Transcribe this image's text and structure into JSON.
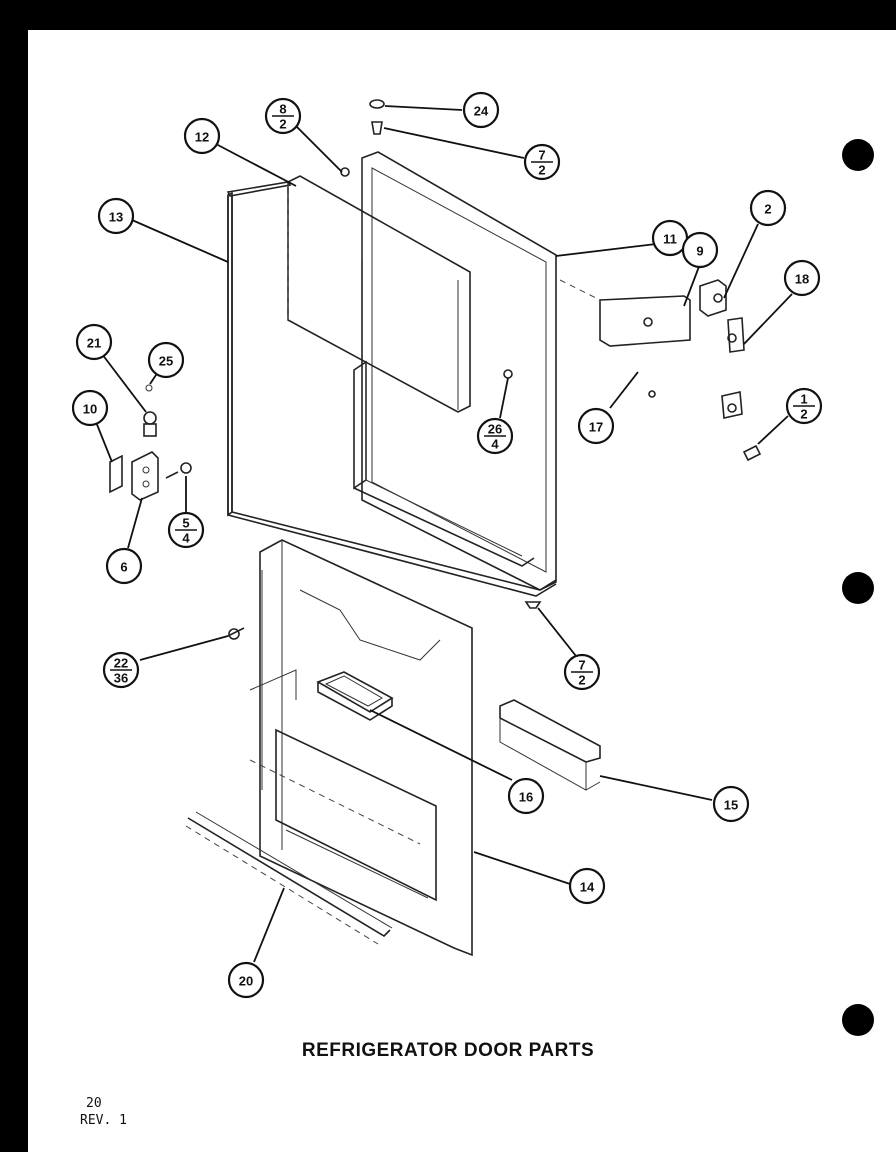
{
  "title": "REFRIGERATOR DOOR PARTS",
  "footer": {
    "page_number": "20",
    "revision": "REV. 1"
  },
  "callouts": [
    {
      "id": "c24",
      "label": "24"
    },
    {
      "id": "c8-2",
      "top": "8",
      "bottom": "2"
    },
    {
      "id": "c12",
      "label": "12"
    },
    {
      "id": "c7-2a",
      "top": "7",
      "bottom": "2"
    },
    {
      "id": "c13",
      "label": "13"
    },
    {
      "id": "c11",
      "label": "11"
    },
    {
      "id": "c2",
      "label": "2"
    },
    {
      "id": "c9",
      "label": "9"
    },
    {
      "id": "c18",
      "label": "18"
    },
    {
      "id": "c21",
      "label": "21"
    },
    {
      "id": "c25",
      "label": "25"
    },
    {
      "id": "c10",
      "label": "10"
    },
    {
      "id": "c26-4",
      "top": "26",
      "bottom": "4"
    },
    {
      "id": "c17",
      "label": "17"
    },
    {
      "id": "c1-2",
      "top": "1",
      "bottom": "2"
    },
    {
      "id": "c5-4",
      "top": "5",
      "bottom": "4"
    },
    {
      "id": "c6",
      "label": "6"
    },
    {
      "id": "c7-2b",
      "top": "7",
      "bottom": "2"
    },
    {
      "id": "c22-36",
      "top": "22",
      "bottom": "36"
    },
    {
      "id": "c16",
      "label": "16"
    },
    {
      "id": "c15",
      "label": "15"
    },
    {
      "id": "c14",
      "label": "14"
    },
    {
      "id": "c20",
      "label": "20"
    }
  ]
}
